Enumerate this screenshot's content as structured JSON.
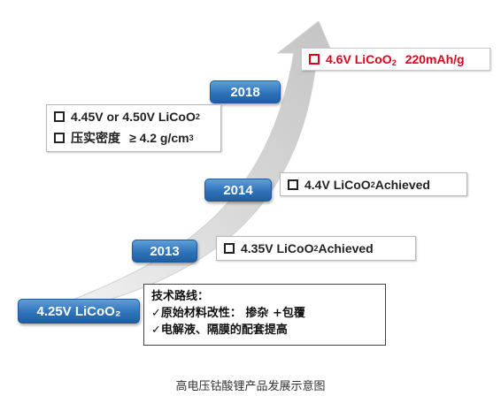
{
  "milestones": {
    "base": "4.25V LiCoO₂",
    "y2013": "2013",
    "y2014": "2014",
    "y2018": "2018"
  },
  "boxes": {
    "b2013": {
      "pre": "4.35V LiCoO",
      "sub": "2",
      "post": " Achieved"
    },
    "b2014": {
      "pre": "4.4V LiCoO",
      "sub": "2",
      "post": " Achieved"
    },
    "b2018": {
      "line1_pre": "4.45V or 4.50V LiCoO",
      "line1_sub": "2",
      "line2_label": "压实密度",
      "line2_value": "≥ 4.2 g/cm",
      "line2_sup": "3"
    },
    "target": {
      "pre": "4.6V LiCoO",
      "sub": "2",
      "capacity": "220mAh/g"
    }
  },
  "tech_route": {
    "title": "技术路线：",
    "items": [
      "✓原始材料改性：  掺杂 +包覆",
      "✓电解液、隔膜的配套提高"
    ]
  },
  "caption": "高电压钴酸锂产品发展示意图",
  "colors": {
    "pill": "#2f73b9",
    "arrow": "#d6d6d6",
    "accent": "#e0001b"
  }
}
